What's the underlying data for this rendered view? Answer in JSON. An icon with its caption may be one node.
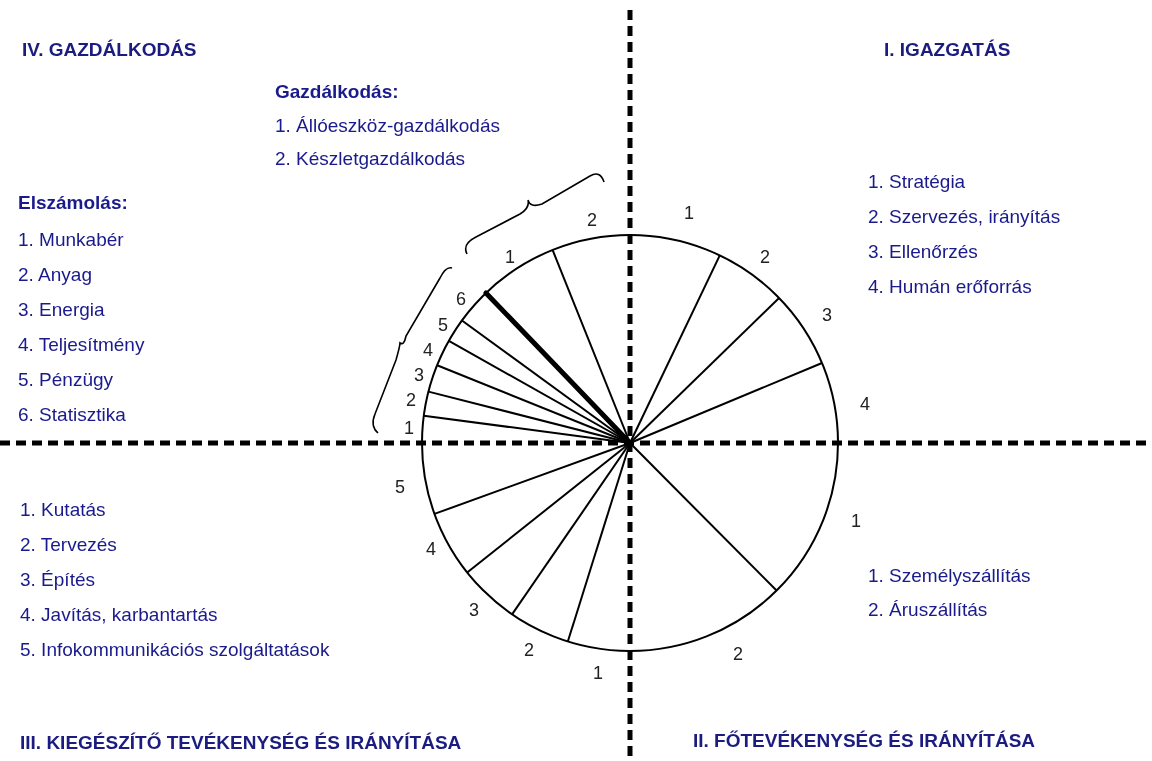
{
  "diagram": {
    "labels": [
      "IV. GAZDÁLKODÁS",
      "I. IGAZGATÁS",
      "Gazdálkodás:",
      "1. Állóeszköz-gazdálkodás",
      "2. Készletgazdálkodás",
      "Elszámolás:",
      "1. Munkabér",
      "2. Anyag",
      "3. Energia",
      "4. Teljesítmény",
      "5. Pénzügy",
      "6. Statisztika",
      "1. Stratégia",
      "2. Szervezés, irányítás",
      "3. Ellenőrzés",
      "4. Humán erőforrás",
      "2",
      "1",
      "1",
      "2",
      "3",
      "6",
      "4",
      "5",
      "4",
      "3",
      "2",
      "1",
      "1. Kutatás",
      "2. Tervezés",
      "3. Építés",
      "4. Javítás, karbantartás",
      "5. Infokommunikációs szolgáltatások",
      "5",
      "1",
      "1. Személyszállítás",
      "2. Áruszállítás",
      "4",
      "3",
      "2",
      "2",
      "1",
      "III. KIEGÉSZÍTŐ TEVÉKENYSÉG ÉS IRÁNYÍTÁSA",
      "II. FŐTEVÉKENYSÉG ÉS IRÁNYÍTÁSA"
    ]
  }
}
